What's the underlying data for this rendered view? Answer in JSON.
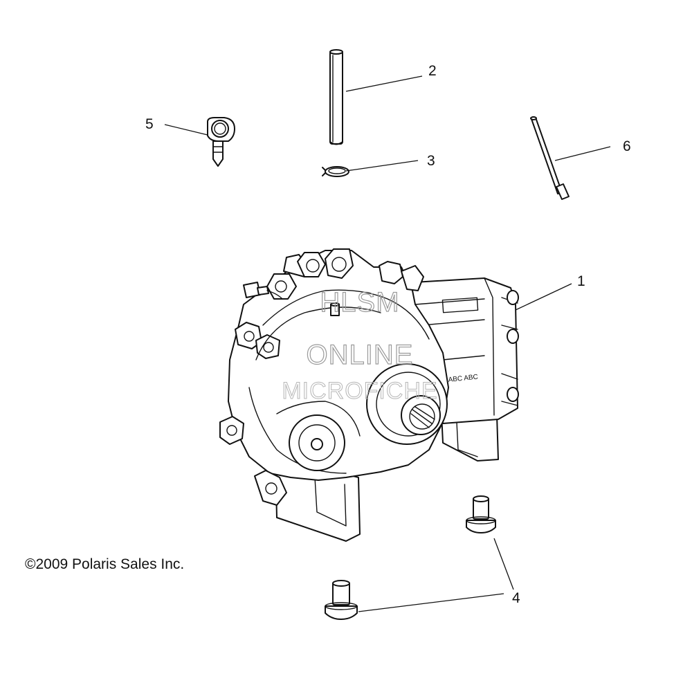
{
  "callouts": [
    {
      "id": "1",
      "label": "1"
    },
    {
      "id": "2",
      "label": "2"
    },
    {
      "id": "3",
      "label": "3"
    },
    {
      "id": "4",
      "label": "4"
    },
    {
      "id": "5",
      "label": "5"
    },
    {
      "id": "6",
      "label": "6"
    }
  ],
  "copyright": "©2009 Polaris Sales Inc.",
  "watermark": {
    "line1": "HLSM",
    "line2": "ONLINE",
    "line3": "MICROFICHE"
  },
  "colors": {
    "ink": "#111111",
    "background": "#ffffff",
    "watermark": "#9a9a9a"
  }
}
